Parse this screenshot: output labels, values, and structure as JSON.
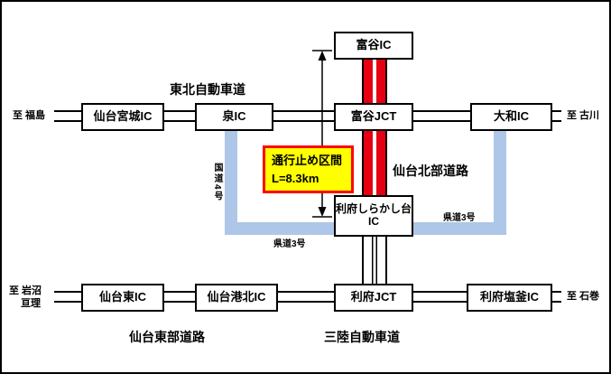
{
  "colors": {
    "closure_red": "#e60012",
    "closure_box_border": "#ff0000",
    "closure_box_bg": "#ffff00",
    "route_blue": "#aec6e8"
  },
  "road_names": {
    "tohoku_expwy": "東北自動車道",
    "sendai_hokubu": "仙台北部道路",
    "sendai_tobu": "仙台東部道路",
    "sanriku_expwy": "三陸自動車道"
  },
  "closure": {
    "line1": "通行止め区間",
    "line2": "L=8.3km"
  },
  "ics": {
    "tomiya_ic": "富谷IC",
    "sendai_miyagi_ic": "仙台宮城IC",
    "izumi_ic": "泉IC",
    "tomiya_jct": "富谷JCT",
    "taiwa_ic": "大和IC",
    "rifu_shirakashidai_line1": "利府しらかし台",
    "rifu_shirakashidai_line2": "IC",
    "sendai_higashi_ic": "仙台東IC",
    "sendai_kohoku_ic": "仙台港北IC",
    "rifu_jct": "利府JCT",
    "rifu_shiogama_ic": "利府塩釜IC"
  },
  "directions": {
    "to_fukushima": "至 福島",
    "to_furukawa": "至 古川",
    "to_iwanuma_line1": "至 岩沼",
    "to_iwanuma_line2": "亘理",
    "to_ishinomaki": "至 石巻"
  },
  "routes": {
    "route4": "国道4号",
    "route3_left": "県道3号",
    "route3_right": "県道3号"
  }
}
